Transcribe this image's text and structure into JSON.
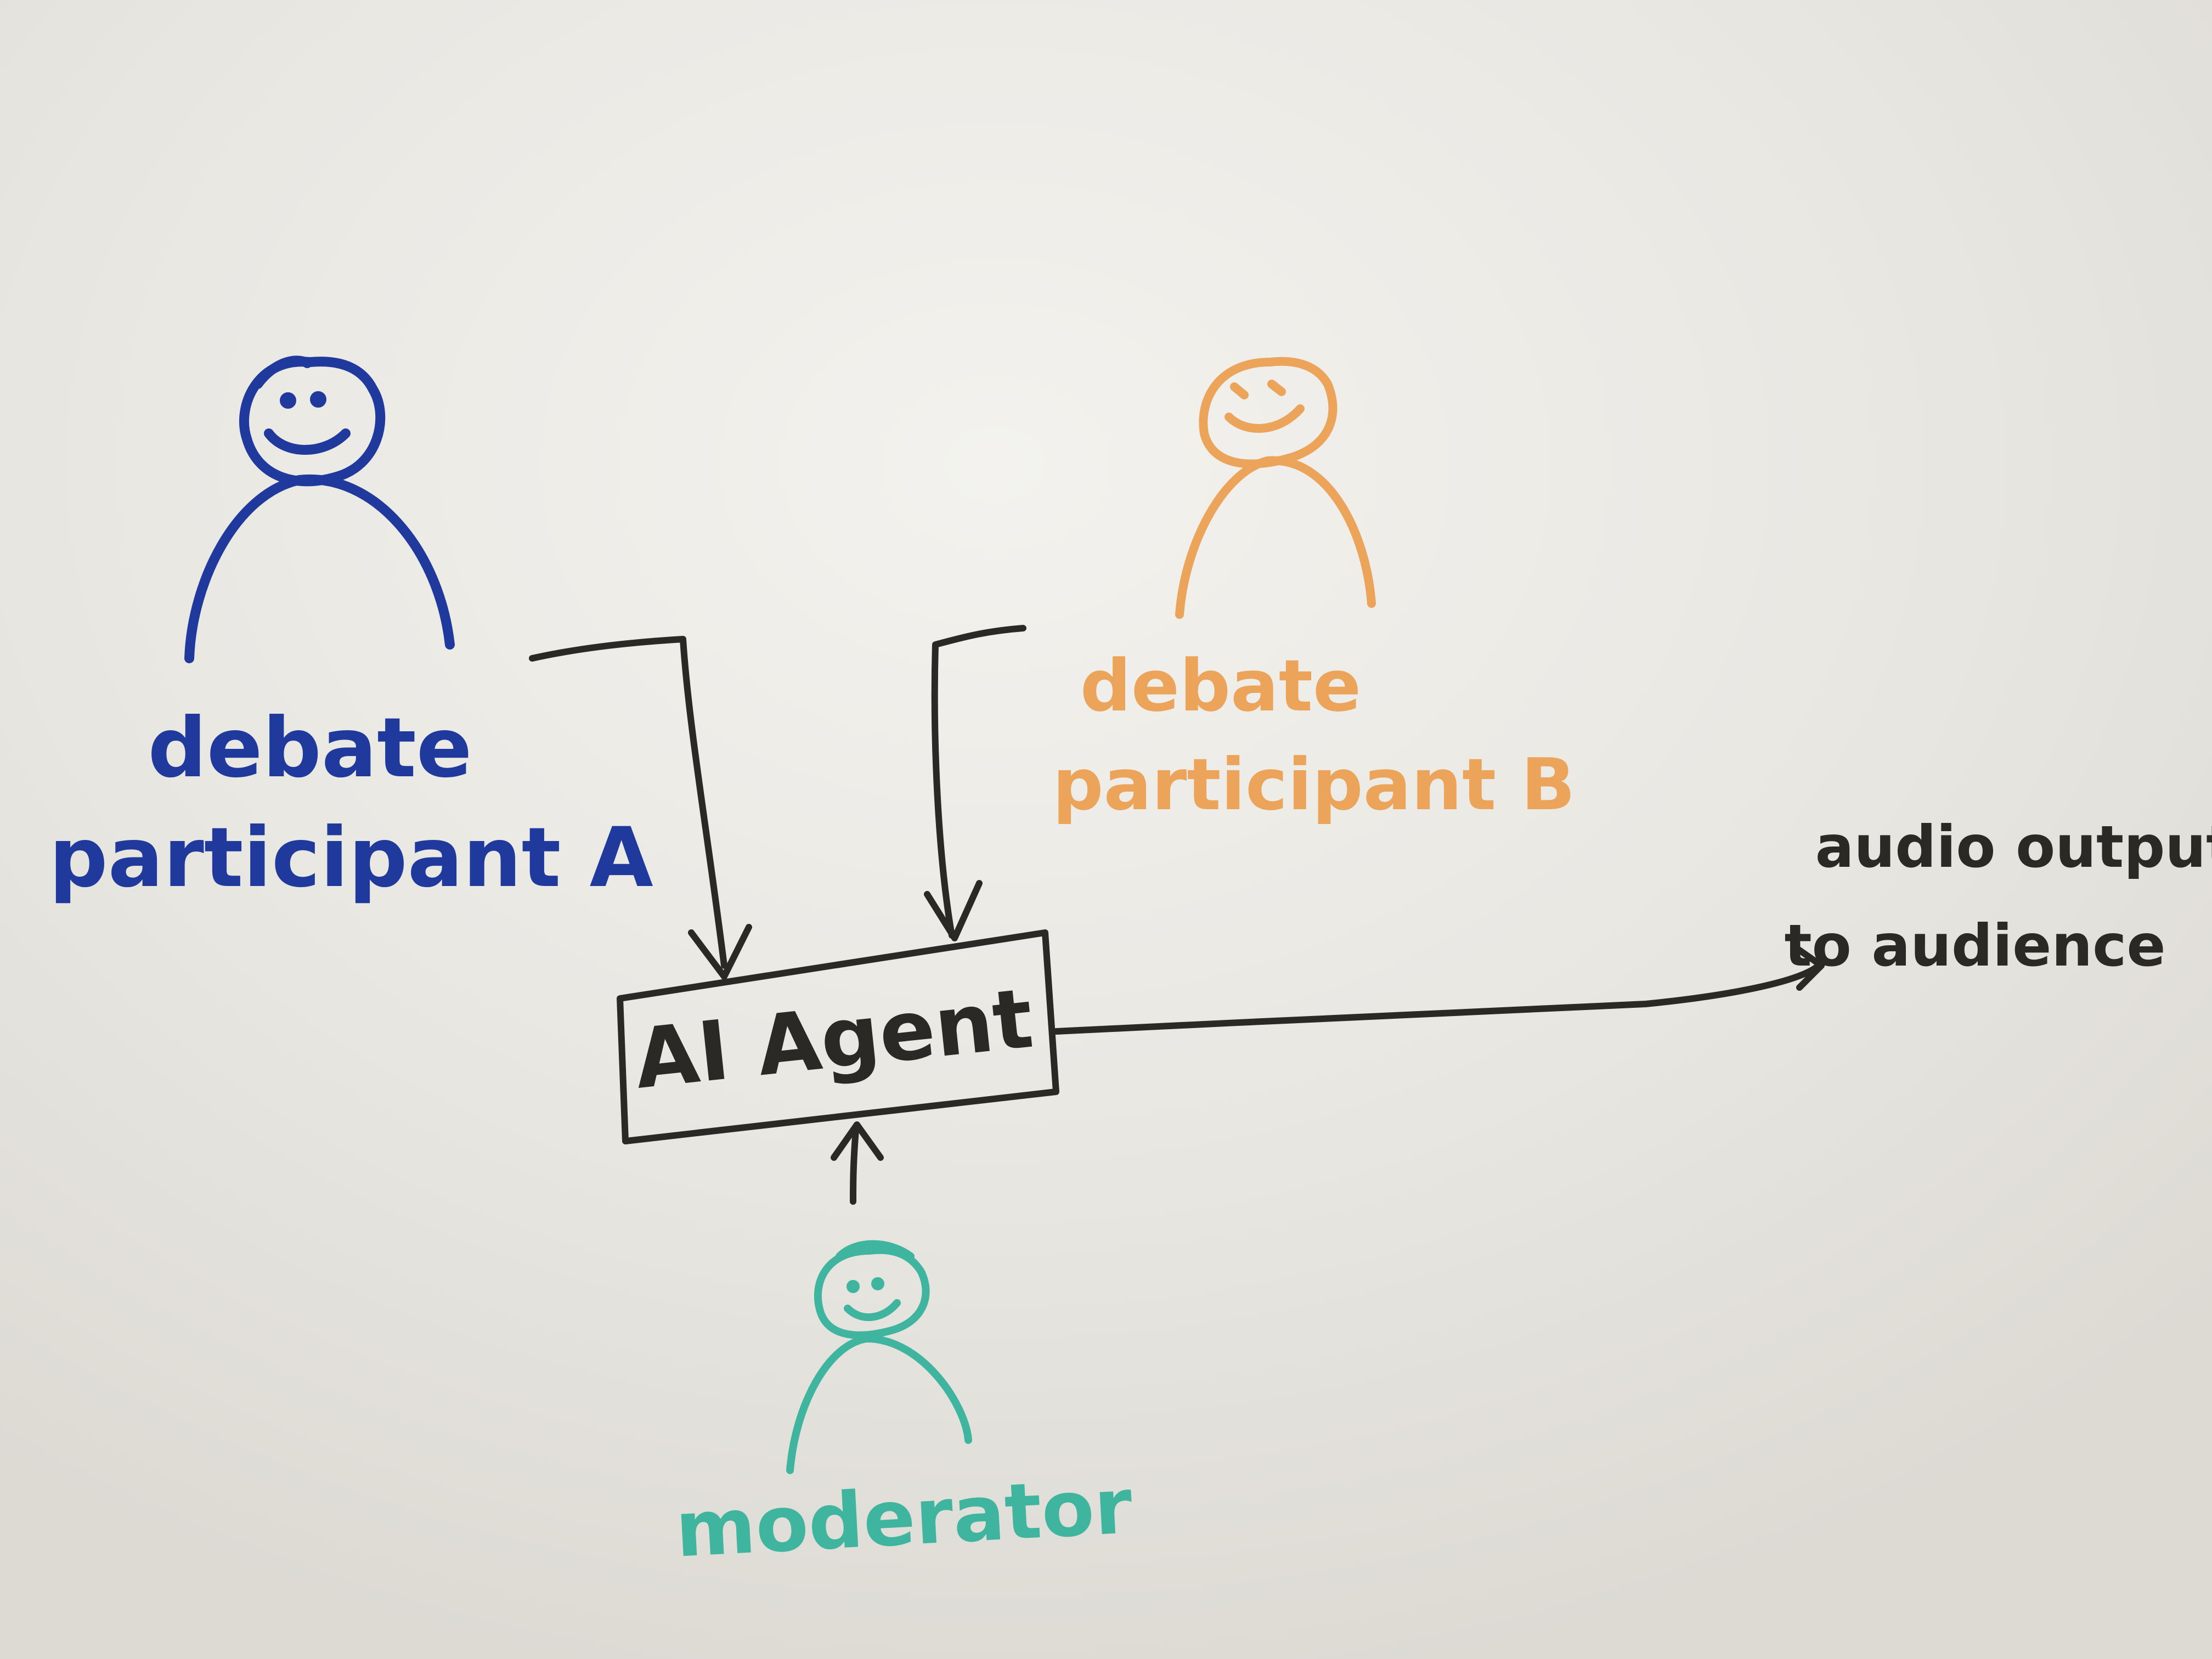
{
  "colors": {
    "board": "#e6e4de",
    "ink_black": "#2b2926",
    "ink_blue": "#1f3a9c",
    "ink_orange": "#eba45a",
    "ink_teal": "#3fb5a0"
  },
  "participant_a": {
    "line1": "debate",
    "line2": "participant A"
  },
  "participant_b": {
    "line1": "debate",
    "line2": "participant B"
  },
  "agent": {
    "label": "AI Agent"
  },
  "moderator": {
    "label": "moderator"
  },
  "output": {
    "line1": "audio output",
    "line2": "to audience"
  }
}
